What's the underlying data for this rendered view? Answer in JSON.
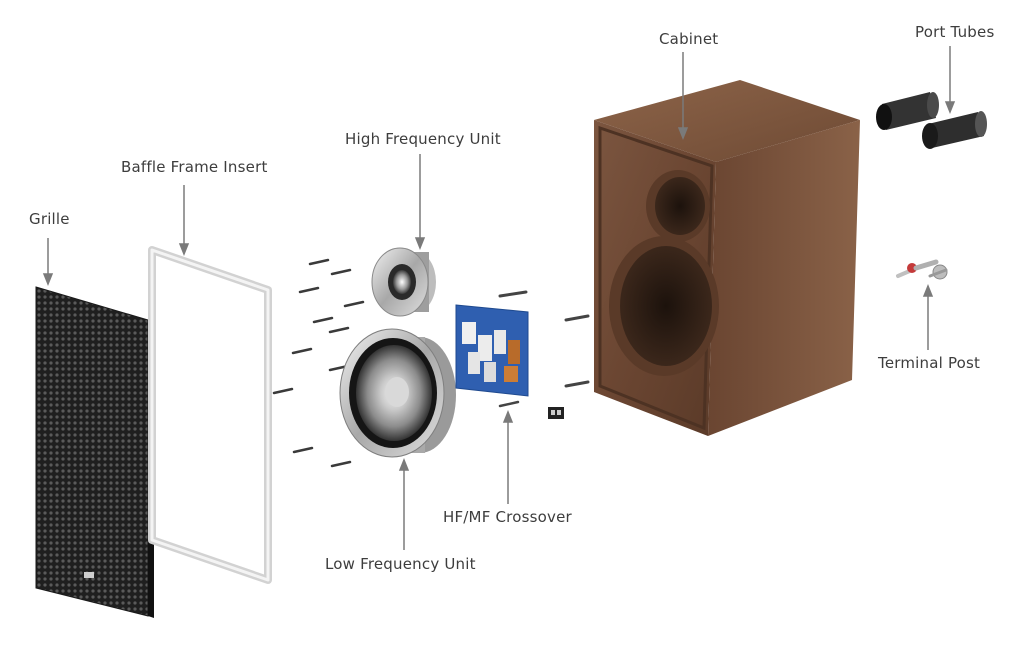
{
  "labels": {
    "grille": "Grille",
    "baffle_frame_insert": "Baffle Frame Insert",
    "high_frequency_unit": "High Frequency Unit",
    "cabinet": "Cabinet",
    "port_tubes": "Port Tubes",
    "terminal_post": "Terminal Post",
    "low_frequency_unit": "Low Frequency Unit",
    "hf_mf_crossover": "HF/MF Crossover"
  },
  "colors": {
    "label_text": "#3d3d3d",
    "leader_line": "#7a7a7a",
    "cabinet_wood": "#6e4a33",
    "grille_mesh": "#2a2a2a",
    "frame": "#d9d9d9",
    "crossover_board": "#2f5fb0"
  }
}
